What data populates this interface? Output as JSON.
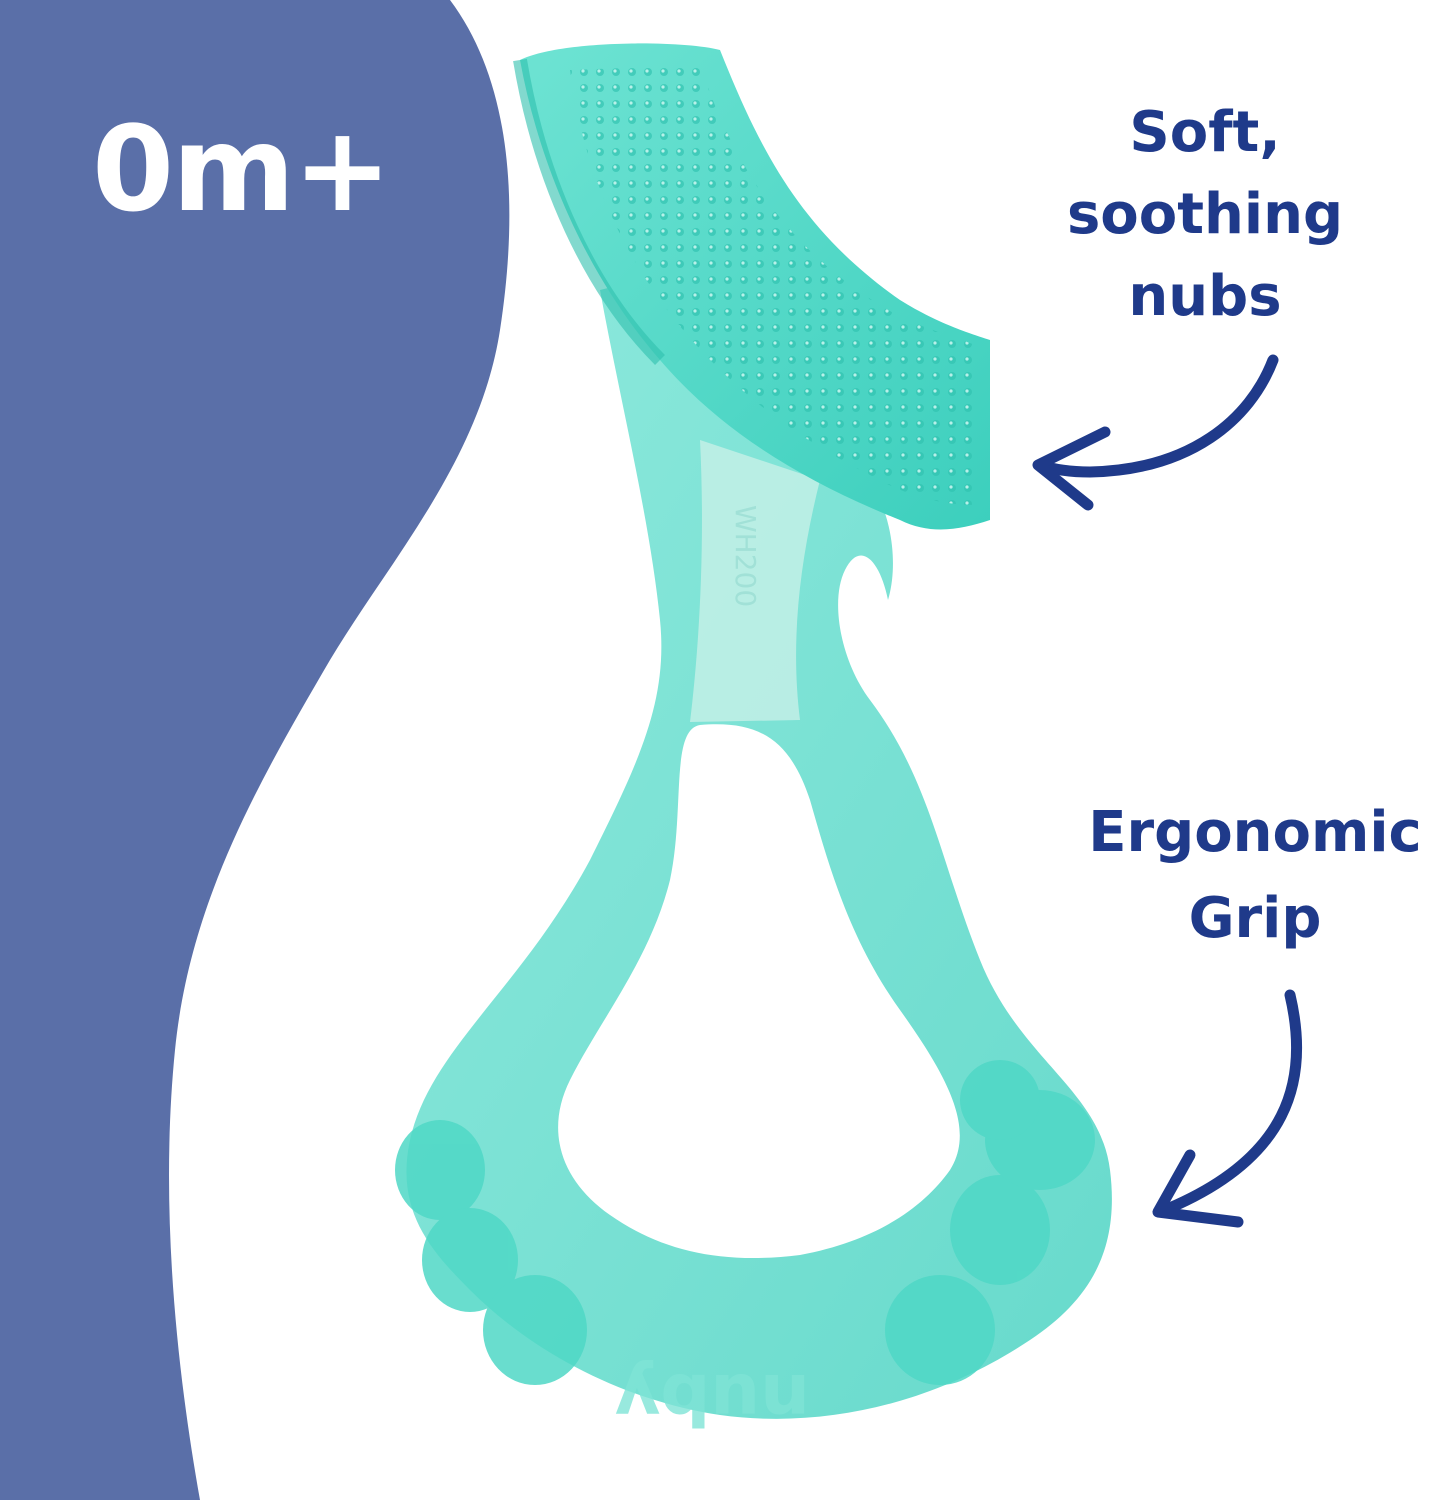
{
  "age_badge": {
    "text": "0m+"
  },
  "callouts": {
    "nubs": {
      "line1": "Soft,",
      "line2": "soothing",
      "line3": "nubs"
    },
    "grip": {
      "line1": "Ergonomic",
      "line2": "Grip"
    }
  },
  "product": {
    "model_code": "WH200",
    "brand_mark": "nuby"
  },
  "colors": {
    "panel": "#5a6fa8",
    "text_accent": "#1f3a8a",
    "product": "#3fd3c0"
  }
}
